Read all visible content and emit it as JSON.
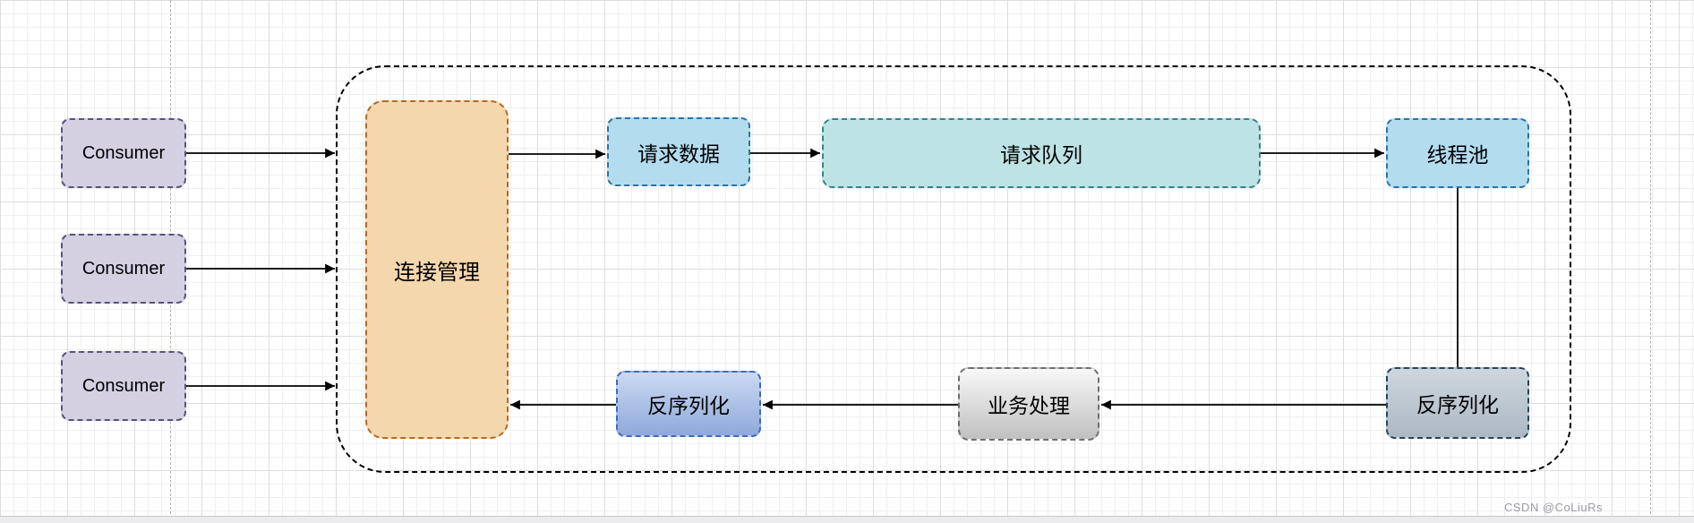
{
  "diagram": {
    "consumers": [
      {
        "label": "Consumer"
      },
      {
        "label": "Consumer"
      },
      {
        "label": "Consumer"
      }
    ],
    "nodes": {
      "connection_manager": {
        "label": "连接管理",
        "fill": "#f5d7ae",
        "stroke": "#b46a25"
      },
      "request_data": {
        "label": "请求数据",
        "fill": "#b3dcef",
        "stroke": "#2c74a3"
      },
      "request_queue": {
        "label": "请求队列",
        "fill": "#bee3e4",
        "stroke": "#39808c"
      },
      "thread_pool": {
        "label": "线程池",
        "fill": "#b3dcef",
        "stroke": "#2c74a3"
      },
      "deserialize_right": {
        "label": "反序列化",
        "fill": "#ced6de",
        "stroke": "#23445d"
      },
      "business_process": {
        "label": "业务处理",
        "fill": "#e0e0e0",
        "stroke": "#6e6e6e"
      },
      "deserialize_left": {
        "label": "反序列化",
        "fill": "#a9bee6",
        "stroke": "#3e6cb5"
      },
      "consumer_style": {
        "fill": "#d4d0e2",
        "stroke": "#56517e"
      }
    },
    "edges": [
      {
        "from": "consumer-1",
        "to": "server-frame",
        "arrow": true
      },
      {
        "from": "consumer-2",
        "to": "server-frame",
        "arrow": true
      },
      {
        "from": "consumer-3",
        "to": "server-frame",
        "arrow": true
      },
      {
        "from": "connection_manager",
        "to": "request_data",
        "arrow": true
      },
      {
        "from": "request_data",
        "to": "request_queue",
        "arrow": true
      },
      {
        "from": "request_queue",
        "to": "thread_pool",
        "arrow": true
      },
      {
        "from": "thread_pool",
        "to": "deserialize_right",
        "arrow": false
      },
      {
        "from": "deserialize_right",
        "to": "business_process",
        "arrow": true
      },
      {
        "from": "business_process",
        "to": "deserialize_left",
        "arrow": true
      },
      {
        "from": "deserialize_left",
        "to": "connection_manager",
        "arrow": true
      }
    ]
  },
  "watermark": "CSDN @CoLiuRs"
}
